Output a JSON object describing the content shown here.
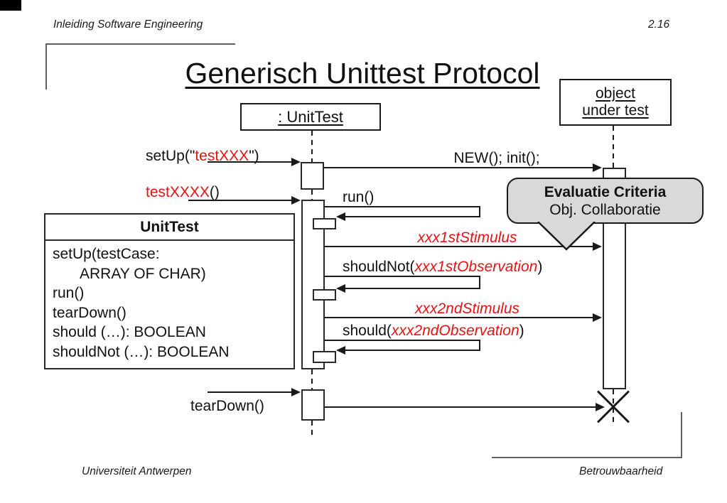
{
  "slide": {
    "header_left": "Inleiding Software Engineering",
    "page_number": "2.16",
    "title": "Generisch Unittest Protocol",
    "footer_left": "Universiteit Antwerpen",
    "footer_right": "Betrouwbaarheid"
  },
  "colors": {
    "red_accent": "#e81212",
    "callout_fill": "#d9d9d9",
    "line_color": "#1a1a1a"
  },
  "lifelines": {
    "unittest": {
      "label": ": UnitTest"
    },
    "object_under_test": {
      "line1": "object",
      "line2": "under test"
    }
  },
  "class_box": {
    "title": "UnitTest",
    "members": [
      "setUp(testCase:",
      "ARRAY OF CHAR)",
      "run()",
      "tearDown()",
      "should (…): BOOLEAN",
      "shouldNot (…): BOOLEAN"
    ]
  },
  "callout": {
    "title": "Evaluatie Criteria",
    "subtitle": "Obj. Collaboratie"
  },
  "messages": {
    "setup_prefix": "setUp(\"",
    "setup_param": "testXXX",
    "setup_suffix": "\")",
    "new_init": "NEW(); init();",
    "testcall_red": "testXXXX",
    "testcall_suffix": "()",
    "run": "run()",
    "stimulus1": "xxx1stStimulus",
    "shouldnot_prefix": "shouldNot(",
    "observation1": "xxx1stObservation",
    "shouldnot_suffix": ")",
    "stimulus2": "xxx2ndStimulus",
    "should_prefix": "should(",
    "observation2": "xxx2ndObservation",
    "should_suffix": ")",
    "teardown": "tearDown()"
  }
}
